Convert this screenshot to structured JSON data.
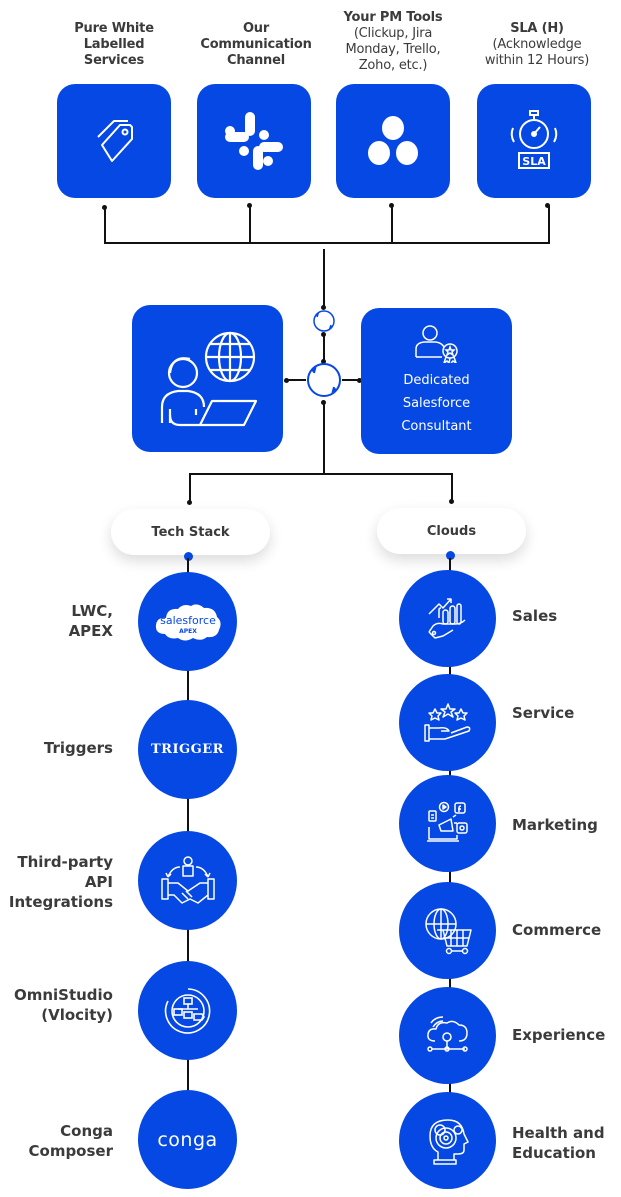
{
  "colors": {
    "brand_blue": "#0648e4",
    "text": "#3b3b3b",
    "line": "#111111"
  },
  "top_services": [
    {
      "title": "Pure White Labelled Services",
      "lines": [
        "Pure White",
        "Labelled",
        "Services"
      ],
      "subtitle_lines": [],
      "icon": "price-tag-icon"
    },
    {
      "title": "Our Communication Channel",
      "lines": [
        "Our",
        "Communication",
        "Channel"
      ],
      "subtitle_lines": [],
      "icon": "slack-icon"
    },
    {
      "title": "Your PM Tools",
      "lines": [
        "Your PM Tools"
      ],
      "subtitle_lines": [
        "(Clickup, Jira",
        "Monday, Trello,",
        "Zoho, etc.)"
      ],
      "icon": "asana-icon"
    },
    {
      "title": "SLA (H)",
      "lines": [
        "SLA (H)"
      ],
      "subtitle_lines": [
        "(Acknowledge",
        "within 12 Hours)"
      ],
      "icon": "sla-stopwatch-icon",
      "icon_text": "SLA"
    }
  ],
  "center": {
    "left_box_icon": "developer-globe-icon",
    "consultant": {
      "icon": "certified-person-icon",
      "lines": [
        "Dedicated",
        "Salesforce",
        "Consultant"
      ]
    }
  },
  "branches": {
    "tech_stack": {
      "label": "Tech Stack",
      "items": [
        {
          "lines": [
            "LWC,",
            "APEX"
          ],
          "icon": "salesforce-apex-logo",
          "logo_text": "salesforce",
          "logo_sub": "APEX"
        },
        {
          "lines": [
            "Triggers"
          ],
          "icon": "trigger-logo",
          "logo_text": "TRIGGER"
        },
        {
          "lines": [
            "Third-party",
            "API",
            "Integrations"
          ],
          "icon": "handshake-integration-icon"
        },
        {
          "lines": [
            "OmniStudio",
            "(Vlocity)"
          ],
          "icon": "flowchart-icon"
        },
        {
          "lines": [
            "Conga",
            "Composer"
          ],
          "icon": "conga-logo",
          "logo_text": "conga"
        }
      ]
    },
    "clouds": {
      "label": "Clouds",
      "items": [
        {
          "lines": [
            "Sales"
          ],
          "icon": "sales-growth-hand-icon"
        },
        {
          "lines": [
            "Service"
          ],
          "icon": "service-stars-hand-icon"
        },
        {
          "lines": [
            "Marketing"
          ],
          "icon": "marketing-megaphone-icon"
        },
        {
          "lines": [
            "Commerce"
          ],
          "icon": "commerce-globe-cart-icon"
        },
        {
          "lines": [
            "Experience"
          ],
          "icon": "experience-cloud-network-icon"
        },
        {
          "lines": [
            "Health and",
            "Education"
          ],
          "icon": "health-education-head-icon"
        }
      ]
    }
  }
}
